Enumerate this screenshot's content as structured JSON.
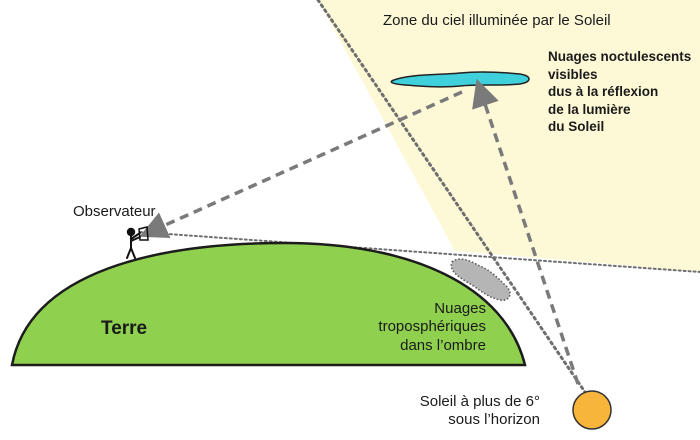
{
  "labels": {
    "sunlit_zone": "Zone du ciel illuminée par le Soleil",
    "noctilucent_lines": [
      "Nuages noctulescents",
      "visibles",
      "dus à la réflexion",
      "de la lumière",
      "du Soleil"
    ],
    "observer": "Observateur",
    "earth": "Terre",
    "tropospheric_lines": [
      "Nuages",
      "troposphériques",
      "dans l’ombre"
    ],
    "sun_lines": [
      "Soleil à plus de 6°",
      "sous l’horizon"
    ]
  },
  "colors": {
    "sunlit_zone": "#fdf8d6",
    "earth_fill": "#8fd14f",
    "earth_outline": "#1c1c1c",
    "noctilucent_cloud": "#3fd0dc",
    "tropospheric_cloud": "#b5b5b5",
    "sun_fill": "#f7b53c",
    "sun_outline": "#333333",
    "sight_line": "#7a7a7a",
    "ray_line": "#6e6e6e"
  },
  "icons": {
    "observer": "person-with-binoculars-icon",
    "sun": "sun-circle-icon"
  }
}
